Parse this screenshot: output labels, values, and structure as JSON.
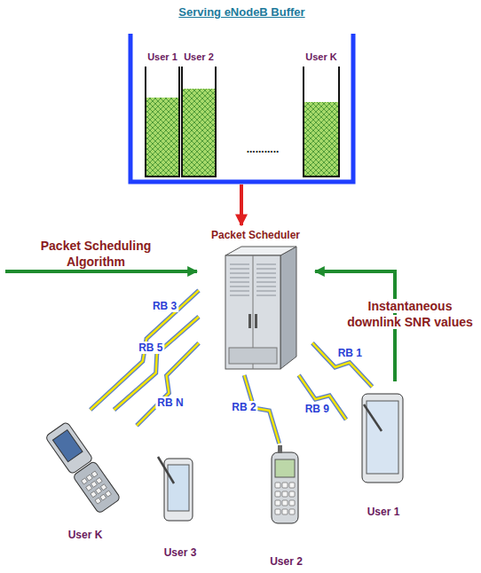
{
  "diagram": {
    "title": "Serving eNodeB Buffer",
    "nodes": [
      {
        "text": [
          "User 1"
        ]
      },
      {
        "text": [
          "User 2"
        ]
      },
      {
        "text": [
          "User K"
        ]
      },
      {
        "text": [
          "Packet Scheduler"
        ]
      },
      {
        "text": [
          "User K"
        ]
      },
      {
        "text": [
          "User 3"
        ]
      },
      {
        "text": [
          "User 2"
        ]
      },
      {
        "text": [
          "User 1"
        ]
      }
    ],
    "edges": [
      {
        "from": 3,
        "to": 4,
        "arrow": "none",
        "label": "RB 3"
      },
      {
        "from": 3,
        "to": 4,
        "arrow": "none",
        "label": "RB 5"
      },
      {
        "from": 3,
        "to": 4,
        "arrow": "none",
        "label": "RB N"
      },
      {
        "from": 3,
        "to": 6,
        "arrow": "none",
        "label": "RB 2"
      },
      {
        "from": 3,
        "to": 7,
        "arrow": "none",
        "label": "RB 1"
      },
      {
        "from": 3,
        "to": 7,
        "arrow": "none",
        "label": "RB 9"
      }
    ],
    "labels": [
      "...........",
      "Packet Scheduling Algorithm",
      "Instantaneous downlink SNR values"
    ]
  }
}
